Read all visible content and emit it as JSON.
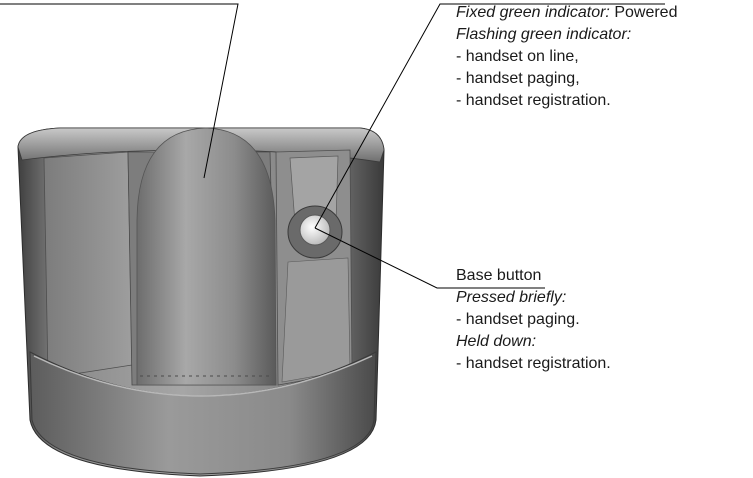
{
  "indicator_callout": {
    "fixed_label": "Fixed green indicator:",
    "fixed_value": "Powered",
    "flashing_label": "Flashing green indicator:",
    "items": [
      "- handset on line,",
      "- handset paging,",
      "- handset registration."
    ]
  },
  "base_button_callout": {
    "title": "Base button",
    "pressed_label": "Pressed briefly:",
    "pressed_items": [
      "- handset paging."
    ],
    "held_label": "Held down:",
    "held_items": [
      "- handset registration."
    ]
  },
  "colors": {
    "leader_line": "#000000",
    "indicator_led": "#e6e6e6"
  }
}
